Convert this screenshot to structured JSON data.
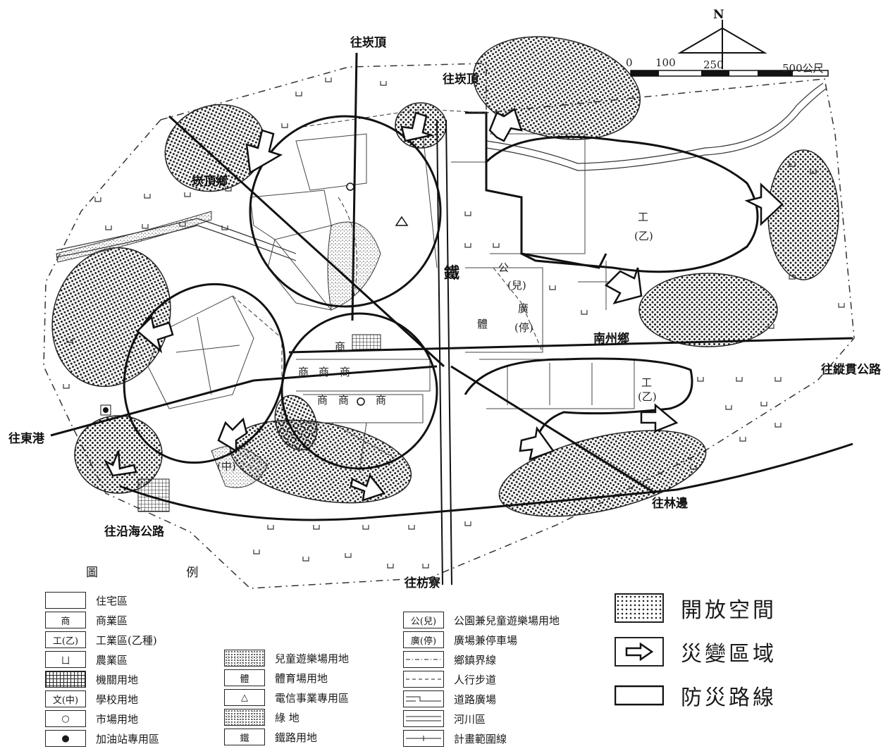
{
  "map": {
    "north": "N",
    "scale": {
      "ticks": [
        "0",
        "100",
        "250",
        "500公尺"
      ]
    },
    "destinations": {
      "top_center": "往崁頂",
      "top_right": "往崁頂",
      "east": "往縱貫公路",
      "southeast": "往林邊",
      "south": "往枋寮",
      "southwest": "往沿海公路",
      "west": "往東港"
    },
    "place_labels": {
      "township_west": "崁頂鄉",
      "township_east": "南州鄉",
      "railway": "鐵"
    },
    "zone_labels": {
      "commercial": "商",
      "industrial": "工",
      "industrial_type": "(乙)",
      "park": "公",
      "park_kids": "(兒)",
      "plaza": "廣",
      "plaza_parking": "(停)",
      "sports": "體",
      "school": "(中)"
    }
  },
  "legend": {
    "title": "圖 例",
    "col1": [
      {
        "symbol": "",
        "label": "住宅區"
      },
      {
        "symbol": "商",
        "label": "商業區"
      },
      {
        "symbol": "工(乙)",
        "label": "工業區(乙種)"
      },
      {
        "symbol": "ㄩ",
        "label": "農業區"
      },
      {
        "symbol": "",
        "label": "機關用地"
      },
      {
        "symbol": "文(中)",
        "label": "學校用地"
      },
      {
        "symbol": "○",
        "label": "市場用地"
      },
      {
        "symbol": "●",
        "label": "加油站專用區"
      }
    ],
    "col2": [
      {
        "symbol": "",
        "label": "兒童遊樂場用地"
      },
      {
        "symbol": "體",
        "label": "體育場用地"
      },
      {
        "symbol": "△",
        "label": "電信事業專用區"
      },
      {
        "symbol": "",
        "label": "綠 地"
      },
      {
        "symbol": "鐵",
        "label": "鐵路用地"
      }
    ],
    "col3": [
      {
        "symbol": "公(兒)",
        "label": "公園兼兒童遊樂場用地"
      },
      {
        "symbol": "廣(停)",
        "label": "廣場兼停車場"
      },
      {
        "symbol": "",
        "label": "鄉鎮界線"
      },
      {
        "symbol": "",
        "label": "人行步道"
      },
      {
        "symbol": "",
        "label": "道路廣場"
      },
      {
        "symbol": "",
        "label": "河川區"
      },
      {
        "symbol": "",
        "label": "計畫範圍線"
      }
    ],
    "big": [
      {
        "label": "開放空間"
      },
      {
        "label": "災變區域"
      },
      {
        "label": "防災路線"
      }
    ]
  }
}
